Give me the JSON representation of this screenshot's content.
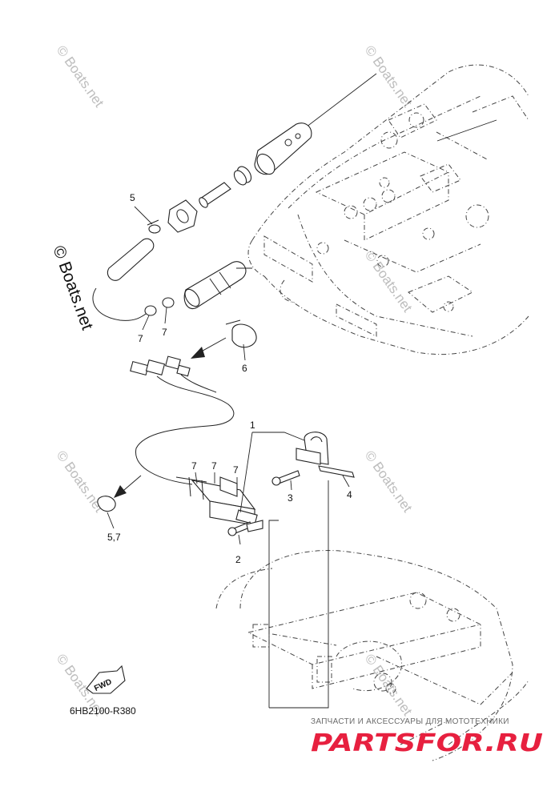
{
  "diagram": {
    "callouts": [
      "1",
      "2",
      "3",
      "4",
      "5",
      "5,7",
      "6",
      "7"
    ],
    "fwd_label": "FWD",
    "drawing_code": "6HB2100-R380"
  },
  "watermarks": {
    "text": "© Boats.net"
  },
  "promo": {
    "tagline": "ЗАПЧАСТИ И АКСЕССУАРЫ ДЛЯ МОТОТЕХНИКИ",
    "logo": "PARTSFOR.RU",
    "logo_color": "#e7203f"
  }
}
